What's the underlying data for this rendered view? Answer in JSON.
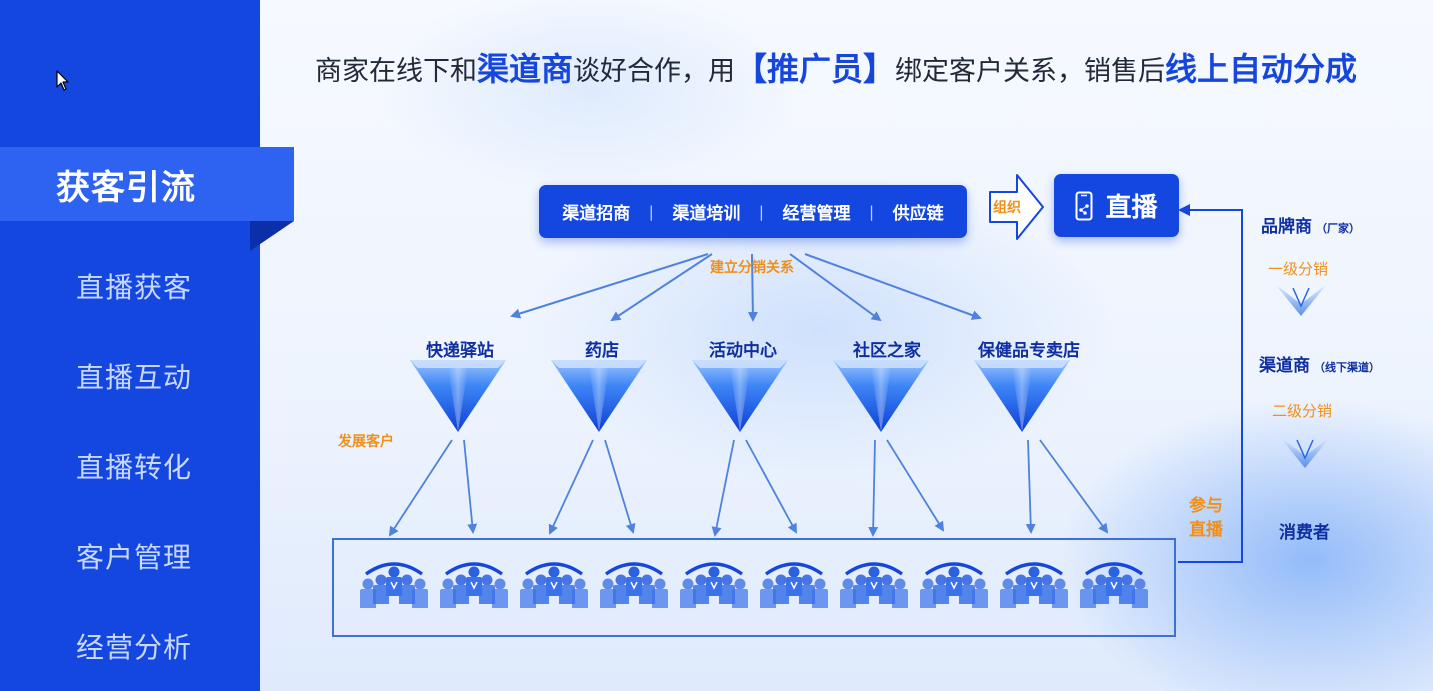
{
  "sidebar": {
    "active": "获客引流",
    "items": [
      "直播获客",
      "直播互动",
      "直播转化",
      "客户管理",
      "经营分析"
    ]
  },
  "headline": {
    "part1": "商家在线下和",
    "hl1": "渠道商",
    "part2": "谈好合作，用",
    "hl2": "【推广员】",
    "part3": "绑定客户关系，销售后",
    "hl3": "线上自动分成"
  },
  "functions": [
    "渠道招商",
    "渠道培训",
    "经营管理",
    "供应链"
  ],
  "organize_label": "组织",
  "live_label": "直播",
  "distribution_label": "建立分销关系",
  "develop_label": "发展客户",
  "join_live_label": "参与直播",
  "channels": [
    "快递驿站",
    "药店",
    "活动中心",
    "社区之家",
    "保健品专卖店"
  ],
  "chain": {
    "brand": "品牌商",
    "brand_note": "（厂家）",
    "level1": "一级分销",
    "dealer": "渠道商",
    "dealer_note": "（线下渠道）",
    "level2": "二级分销",
    "consumer": "消费者"
  },
  "colors": {
    "sidebar": "#1446e0",
    "sidebar_active": "#2e62f0",
    "primary": "#1447df",
    "highlight": "#1746dc",
    "orange": "#f0901c",
    "dark_blue_text": "#0f2fa0"
  }
}
